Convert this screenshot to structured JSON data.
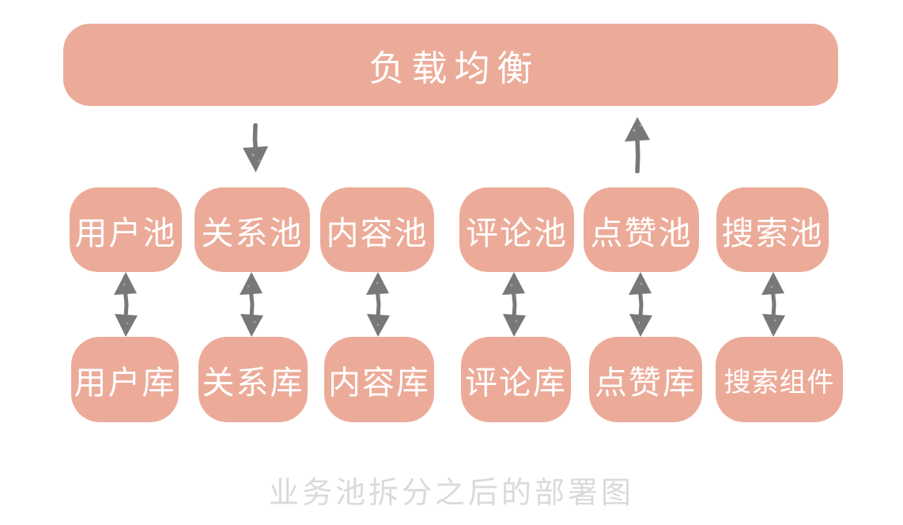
{
  "diagram": {
    "title_caption": "业务池拆分之后的部署图",
    "load_balancer": "负载均衡",
    "pools": [
      "用户池",
      "关系池",
      "内容池",
      "评论池",
      "点赞池",
      "搜索池"
    ],
    "stores": [
      "用户库",
      "关系库",
      "内容库",
      "评论库",
      "点赞库",
      "搜索组件"
    ],
    "icons": {
      "lb_to_pool": "arrow-down-icon",
      "pool_to_lb": "arrow-up-icon",
      "pool_store_link": "double-arrow-icon"
    },
    "colors": {
      "node_fill": "#ecab99",
      "node_text": "#ffffff",
      "arrow": "#787878",
      "caption_text": "#dadada",
      "background": "#ffffff"
    }
  }
}
